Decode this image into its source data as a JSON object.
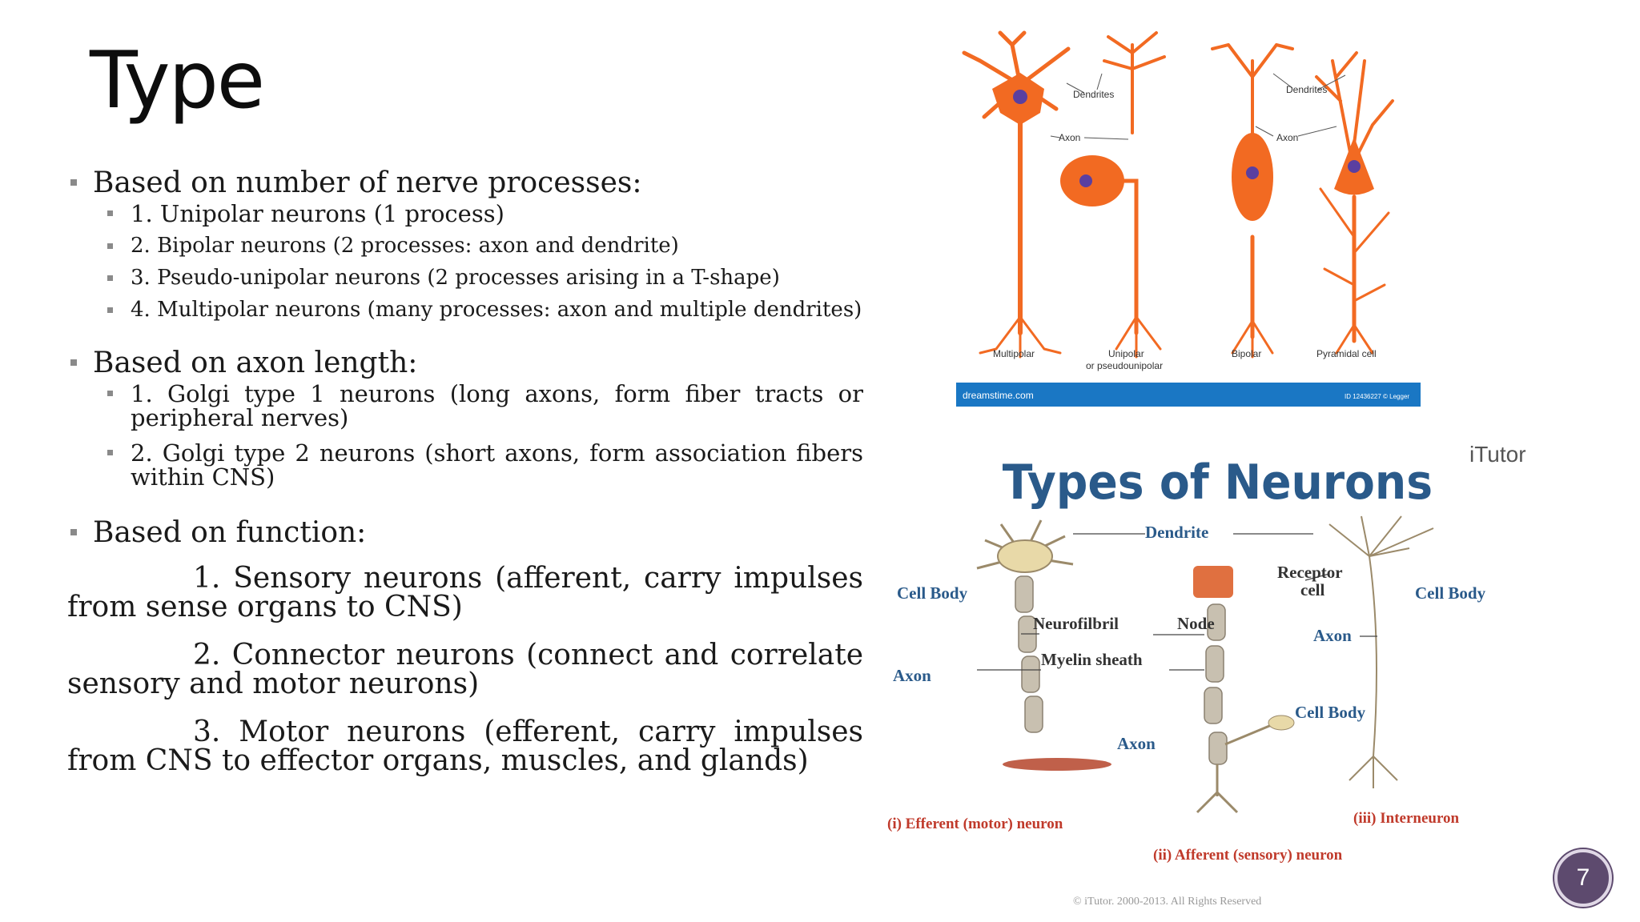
{
  "slide": {
    "title": "Type",
    "page_number": "7"
  },
  "sections": [
    {
      "heading": "Based on number of nerve processes:",
      "items": [
        "1. Unipolar neurons (1 process)",
        "2. Bipolar neurons (2 processes: axon and dendrite)",
        "3. Pseudo-unipolar neurons (2 processes arising in a T-shape)",
        "4. Multipolar neurons (many processes: axon and multiple dendrites)"
      ]
    },
    {
      "heading": "Based on axon length:",
      "items": [
        "1. Golgi type 1 neurons (long axons, form fiber tracts or peripheral nerves)",
        "2. Golgi type 2 neurons (short axons, form association fibers within CNS)"
      ]
    },
    {
      "heading": "Based on function:",
      "paragraphs": [
        "1. Sensory neurons (afferent, carry impulses from sense organs to CNS)",
        "2. Connector neurons (connect and correlate sensory and motor neurons)",
        "3. Motor neurons (efferent, carry impulses from CNS to effector organs, muscles, and glands)"
      ]
    }
  ],
  "figure_top": {
    "labels": {
      "dendrites_left": "Dendrites",
      "dendrites_right": "Dendrites",
      "axon_left": "Axon",
      "axon_right": "Axon",
      "multipolar": "Multipolar",
      "unipolar": "Unipolar",
      "unipolar2": "or pseudounipolar",
      "bipolar": "Bipolar",
      "pyramidal": "Pyramidal cell"
    },
    "footer_left": "dreamstime.com",
    "footer_right": "ID 12436227 © Legger",
    "colors": {
      "neuron": "#f26a22",
      "nucleus": "#5a3fa0",
      "footer_bar": "#1a77c4"
    }
  },
  "figure_bottom": {
    "title": "Types of Neurons",
    "brand": "iTutor",
    "labels": {
      "dendrite": "Dendrite",
      "cell_body_left": "Cell Body",
      "receptor": "Receptor",
      "receptor2": "cell",
      "cell_body_right": "Cell Body",
      "neurofibril": "Neurofilbril",
      "node": "Node",
      "myelin": "Myelin sheath",
      "axon_left": "Axon",
      "axon_right": "Axon",
      "cell_body_mid": "Cell Body",
      "axon_mid": "Axon"
    },
    "captions": {
      "efferent": "(i) Efferent (motor) neuron",
      "afferent": "(ii) Afferent (sensory) neuron",
      "interneuron": "(iii) Interneuron"
    },
    "copyright": "© iTutor. 2000-2013. All Rights Reserved",
    "colors": {
      "title": "#2a5a8a",
      "caption": "#c03a2b"
    }
  }
}
